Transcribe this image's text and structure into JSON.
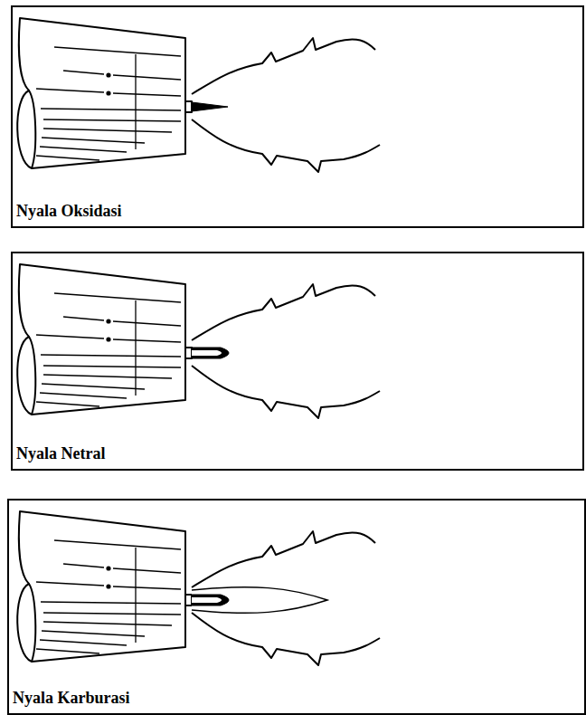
{
  "diagram": {
    "nodes": [
      {
        "text": [
          "Nyala Oksidasi"
        ]
      },
      {
        "text": [
          "Nyala Netral"
        ]
      },
      {
        "text": [
          "Nyala Karburasi"
        ]
      }
    ]
  }
}
